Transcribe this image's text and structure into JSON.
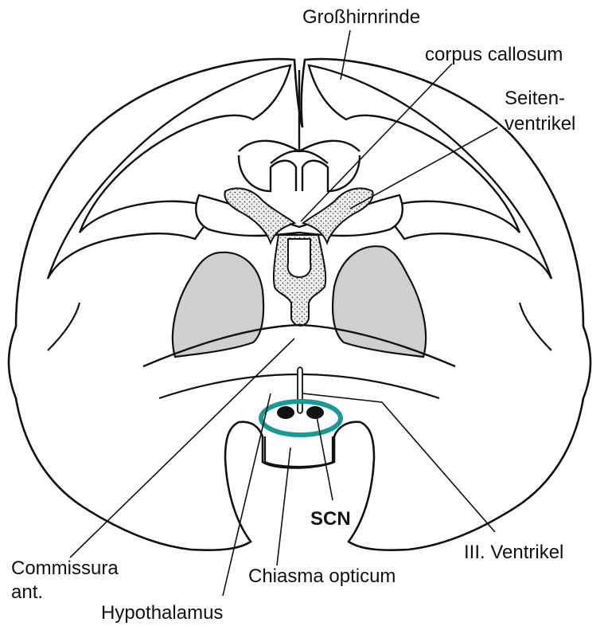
{
  "labels": {
    "cortex": "Großhirnrinde",
    "corpus_callosum": "corpus callosum",
    "lateral_ventricle_1": "Seiten-",
    "lateral_ventricle_2": "ventrikel",
    "scn": "SCN",
    "third_ventricle": "III. Ventrikel",
    "commissura_1": "Commissura",
    "commissura_2": "ant.",
    "chiasma": "Chiasma opticum",
    "hypothalamus": "Hypothalamus"
  },
  "colors": {
    "line": "#111111",
    "stipple_fill": "#d6d6d6",
    "highlight_ring": "#1a9a96"
  }
}
